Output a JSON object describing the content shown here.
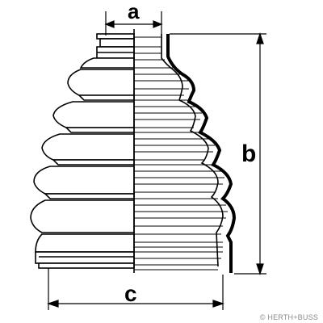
{
  "labels": {
    "a": "a",
    "b": "b",
    "c": "c"
  },
  "watermark": "© HERTH+BUSS"
}
